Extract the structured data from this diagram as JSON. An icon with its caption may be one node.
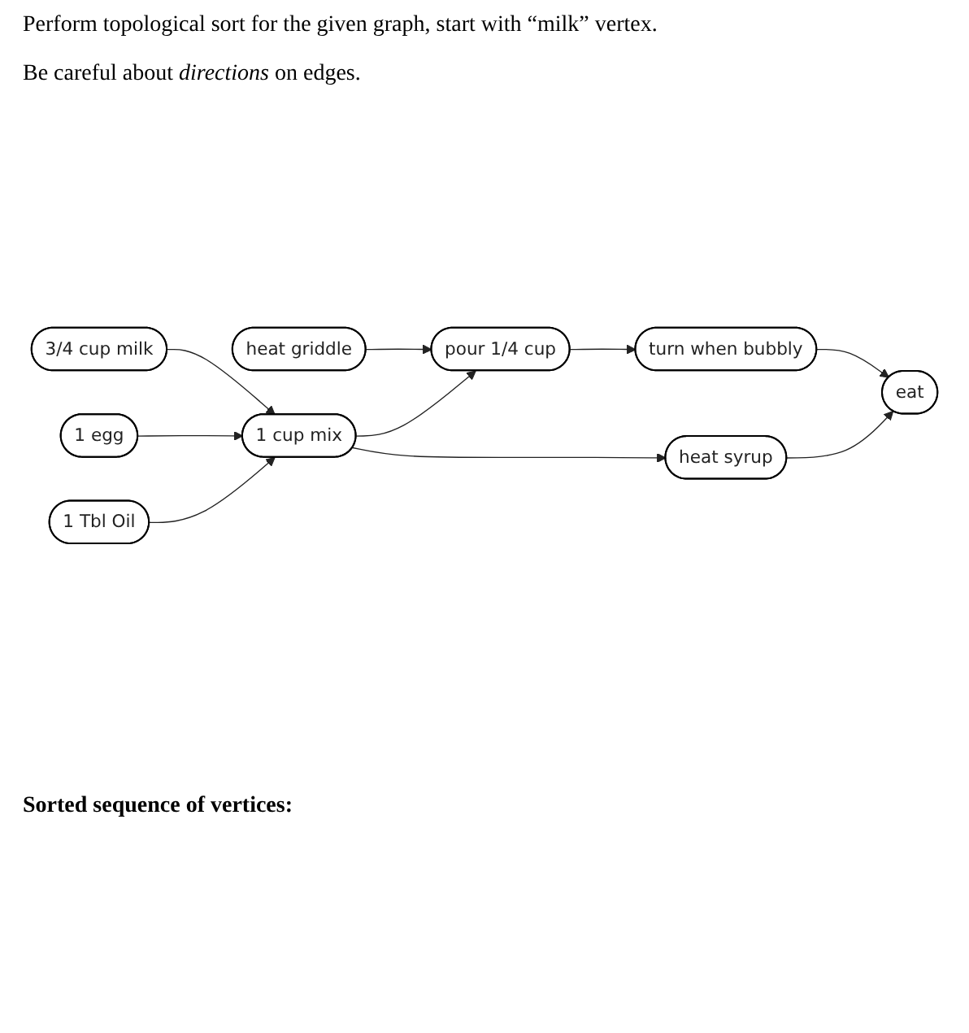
{
  "diagram": {
    "nodes": [
      {
        "text": [
          "3/4 cup milk"
        ]
      },
      {
        "text": [
          "heat griddle"
        ]
      },
      {
        "text": [
          "1 egg"
        ]
      },
      {
        "text": [
          "1 cup mix"
        ]
      },
      {
        "text": [
          "pour 1/4 cup"
        ]
      },
      {
        "text": [
          "1 Tbl Oil"
        ]
      },
      {
        "text": [
          "turn when bubbly"
        ]
      },
      {
        "text": [
          "heat syrup"
        ]
      },
      {
        "text": [
          "eat"
        ]
      }
    ],
    "edges": [
      {
        "from": 0,
        "to": 3,
        "arrow": "to"
      },
      {
        "from": 2,
        "to": 3,
        "arrow": "to"
      },
      {
        "from": 5,
        "to": 3,
        "arrow": "to"
      },
      {
        "from": 3,
        "to": 4,
        "arrow": "to"
      },
      {
        "from": 1,
        "to": 4,
        "arrow": "to"
      },
      {
        "from": 4,
        "to": 6,
        "arrow": "to"
      },
      {
        "from": 3,
        "to": 7,
        "arrow": "to"
      },
      {
        "from": 6,
        "to": 8,
        "arrow": "to"
      },
      {
        "from": 7,
        "to": 8,
        "arrow": "to"
      }
    ],
    "labels": [
      "Perform topological sort for the given graph, start with “milk” vertex.",
      "Be careful about *directions* on edges.",
      "Sorted sequence of vertices:"
    ]
  }
}
